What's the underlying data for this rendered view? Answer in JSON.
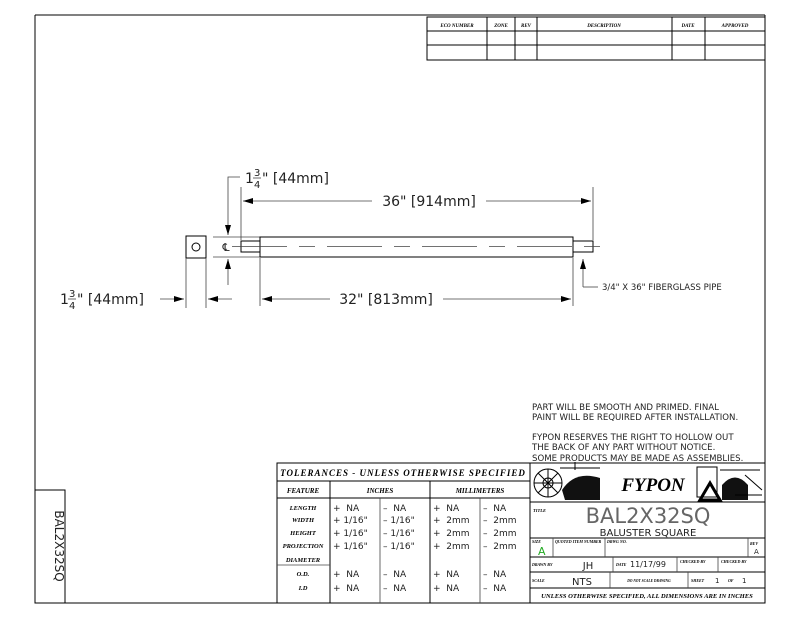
{
  "eco_table": {
    "headers": [
      "ECO NUMBER",
      "ZONE",
      "REV",
      "DESCRIPTION",
      "DATE",
      "APPROVED"
    ]
  },
  "drawing": {
    "overall_length": "36\" [914mm]",
    "body_length": "32\" [813mm]",
    "height_whole": "1",
    "height_num": "3",
    "height_den": "4",
    "height_rest": "\" [44mm]",
    "width_whole": "1",
    "width_num": "3",
    "width_den": "4",
    "width_rest": "\" [44mm]",
    "centerline_symbol": "℄",
    "pipe_callout": "3/4\" X 36\" FIBERGLASS PIPE"
  },
  "notes": [
    "PART WILL BE SMOOTH AND PRIMED. FINAL",
    "PAINT WILL BE REQUIRED AFTER INSTALLATION.",
    "FYPON RESERVES THE RIGHT TO HOLLOW OUT",
    "THE BACK OF ANY PART WITHOUT NOTICE.",
    "SOME PRODUCTS MAY BE MADE AS ASSEMBLIES."
  ],
  "tolerances": {
    "title": "TOLERANCES - UNLESS OTHERWISE SPECIFIED",
    "headers": [
      "FEATURE",
      "INCHES",
      "MILLIMETERS"
    ],
    "rows": [
      {
        "feature": "LENGTH",
        "in_plus": "+  NA",
        "in_minus": "–  NA",
        "mm_plus": "+  NA",
        "mm_minus": "–  NA"
      },
      {
        "feature": "WIDTH",
        "in_plus": "+ 1/16\"",
        "in_minus": "– 1/16\"",
        "mm_plus": "+  2mm",
        "mm_minus": "–  2mm"
      },
      {
        "feature": "HEIGHT",
        "in_plus": "+ 1/16\"",
        "in_minus": "– 1/16\"",
        "mm_plus": "+  2mm",
        "mm_minus": "–  2mm"
      },
      {
        "feature": "PROJECTION",
        "in_plus": "+ 1/16\"",
        "in_minus": "– 1/16\"",
        "mm_plus": "+  2mm",
        "mm_minus": "–  2mm"
      }
    ],
    "diameter_label": "DIAMETER",
    "diameter_rows": [
      {
        "feature": "O.D.",
        "in_plus": "+  NA",
        "in_minus": "–  NA",
        "mm_plus": "+  NA",
        "mm_minus": "–  NA"
      },
      {
        "feature": "I.D",
        "in_plus": "+  NA",
        "in_minus": "–  NA",
        "mm_plus": "+  NA",
        "mm_minus": "–  NA"
      }
    ]
  },
  "title_block": {
    "logo": "FYPON",
    "title_label": "TITLE",
    "part_number": "BAL2X32SQ",
    "part_name": "BALUSTER SQUARE",
    "size_label": "SIZE",
    "size": "A",
    "size_color": "#22aa22",
    "quoted_label": "QUOTED ITEM NUMBER",
    "dwg_label": "DRWG NO.",
    "rev_label": "REV",
    "rev": "A",
    "drawn_by_label": "DRAWN BY",
    "drawn_by": "JH",
    "date_label": "DATE",
    "date": "11/17/99",
    "checked_label_1": "CHECKED BY",
    "checked_label_2": "CHECKED BY",
    "scale_label": "SCALE",
    "scale": "NTS",
    "do_not_scale": "DO NOT SCALE DRAWING",
    "sheet_label": "SHEET",
    "sheet": "1",
    "of_label": "OF",
    "sheet_total": "1",
    "footer": "UNLESS OTHERWISE SPECIFIED, ALL DIMENSIONS ARE IN INCHES"
  },
  "side_label": "BAL2X32SQ"
}
